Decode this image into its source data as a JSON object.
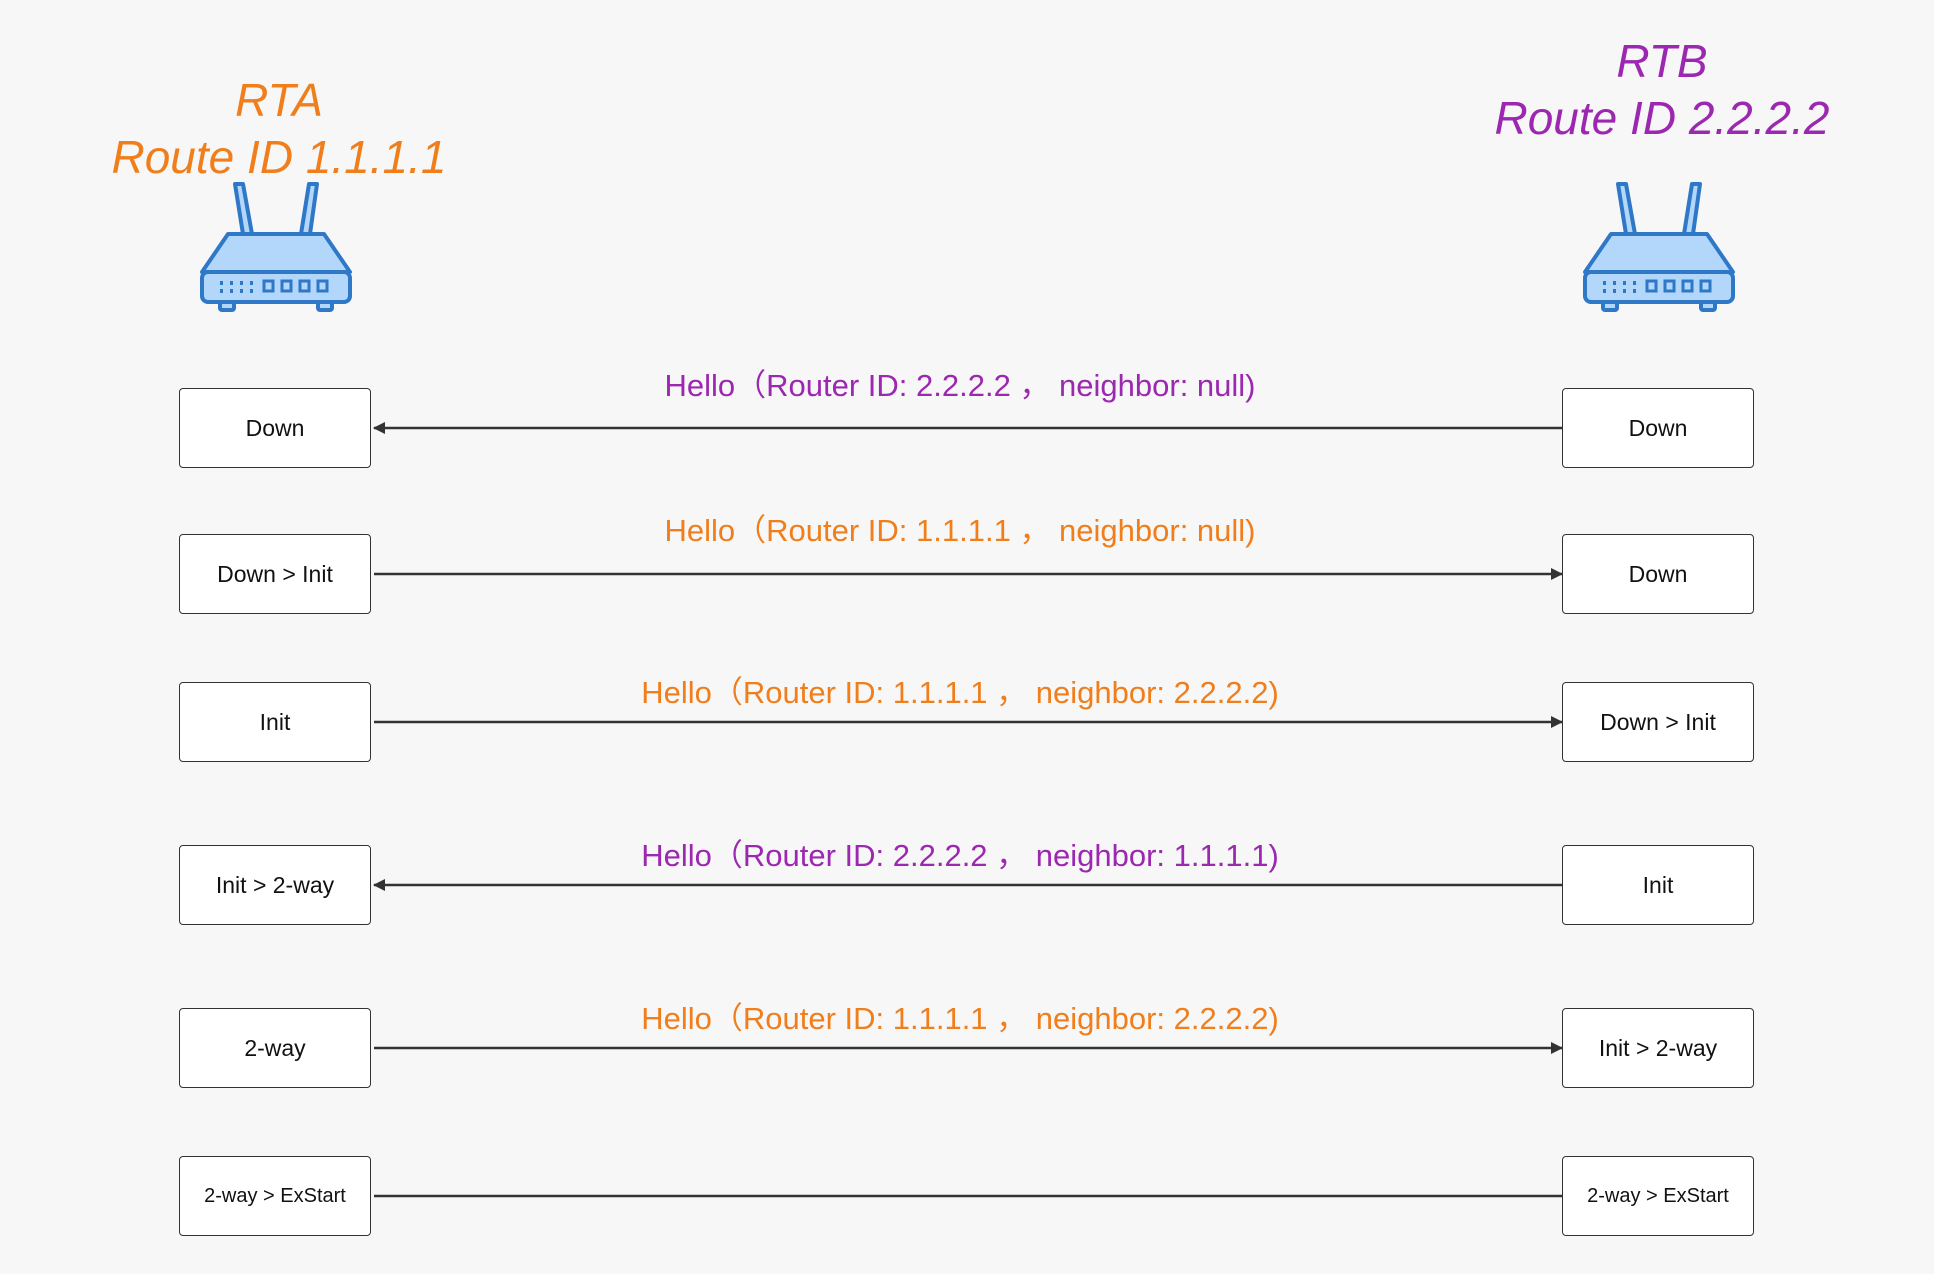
{
  "colors": {
    "rta": "#f07e1b",
    "rtb": "#9c27b0",
    "router_fill": "#b3d6fb",
    "router_stroke": "#2e78c7",
    "line": "#333333"
  },
  "routers": {
    "rta": {
      "name": "RTA",
      "route_id": "Route ID 1.1.1.1",
      "icon": "router-icon"
    },
    "rtb": {
      "name": "RTB",
      "route_id": "Route ID 2.2.2.2",
      "icon": "router-icon"
    }
  },
  "steps": [
    {
      "rta_state": "Down",
      "rtb_state": "Down",
      "direction": "to-rta",
      "sender": "rtb",
      "message": "Hello（Router ID: 2.2.2.2 ， neighbor: null)"
    },
    {
      "rta_state": "Down > Init",
      "rtb_state": "Down",
      "direction": "to-rtb",
      "sender": "rta",
      "message": "Hello（Router ID: 1.1.1.1 ， neighbor: null)"
    },
    {
      "rta_state": "Init",
      "rtb_state": "Down > Init",
      "direction": "to-rtb",
      "sender": "rta",
      "message": "Hello（Router ID: 1.1.1.1 ， neighbor: 2.2.2.2)"
    },
    {
      "rta_state": "Init > 2-way",
      "rtb_state": "Init",
      "direction": "to-rta",
      "sender": "rtb",
      "message": "Hello（Router ID: 2.2.2.2 ， neighbor: 1.1.1.1)"
    },
    {
      "rta_state": "2-way",
      "rtb_state": "Init > 2-way",
      "direction": "to-rtb",
      "sender": "rta",
      "message": "Hello（Router ID: 1.1.1.1 ， neighbor: 2.2.2.2)"
    },
    {
      "rta_state": "2-way > ExStart",
      "rtb_state": "2-way > ExStart",
      "direction": "none",
      "sender": "",
      "message": ""
    }
  ]
}
